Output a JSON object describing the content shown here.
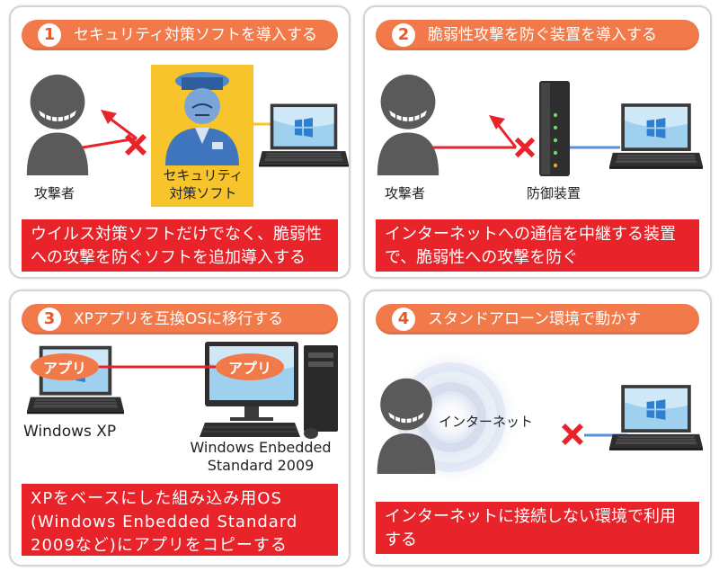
{
  "panels": [
    {
      "number": "1",
      "title": "セキュリティ対策ソフトを導入する",
      "attacker_label": "攻撃者",
      "guard_label_line1": "セキュリティ",
      "guard_label_line2": "対策ソフト",
      "description_line1": "ウイルス対策ソフトだけでなく、脆弱性",
      "description_line2": "への攻撃を防ぐソフトを追加導入する"
    },
    {
      "number": "2",
      "title": "脆弱性攻撃を防ぐ装置を導入する",
      "attacker_label": "攻撃者",
      "device_label": "防御装置",
      "description_line1": "インターネットへの通信を中継する装置",
      "description_line2": "で、脆弱性への攻撃を防ぐ"
    },
    {
      "number": "3",
      "title": "XPアプリを互換OSに移行する",
      "app_label_left": "アプリ",
      "app_label_right": "アプリ",
      "left_pc_label": "Windows XP",
      "right_pc_label_line1": "Windows Enbedded",
      "right_pc_label_line2": "Standard 2009",
      "description_line1": "XPをベースにした組み込み用OS",
      "description_line2": "(Windows Enbedded Standard",
      "description_line3": "2009など)にアプリをコピーする"
    },
    {
      "number": "4",
      "title": "スタンドアローン環境で動かす",
      "internet_label": "インターネット",
      "description_line1": "インターネットに接続しない環境で利用",
      "description_line2": "する"
    }
  ],
  "colors": {
    "pill": "#f27a4a",
    "redbox": "#e8232a",
    "guard_bg": "#f7c52b",
    "attacker": "#5a5a5a",
    "arrow": "#e8232a",
    "cable": "#5b8fd6"
  },
  "icons": [
    "attacker-silhouette-icon",
    "guard-officer-icon",
    "laptop-windows-icon",
    "router-device-icon",
    "desktop-pc-icon",
    "cross-mark-icon",
    "radio-waves-icon"
  ]
}
